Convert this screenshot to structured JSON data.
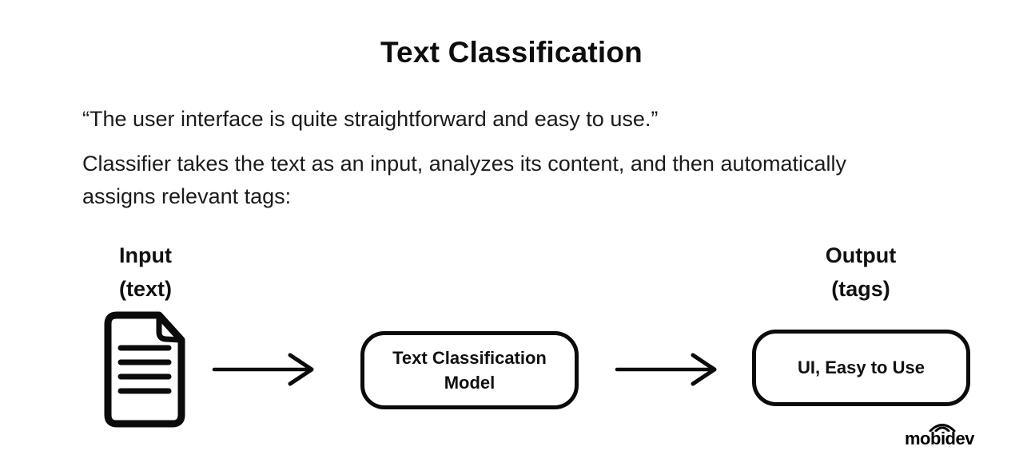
{
  "page": {
    "background": "#ffffff",
    "ink_color": "#0b0b0b",
    "text_color": "#1b1b1b"
  },
  "header": {
    "title": "Text Classification"
  },
  "intro": {
    "quote": "“The user interface is quite straightforward and easy to use.”",
    "description": "Classifier takes the text as an input, analyzes its content, and then automatically assigns relevant tags:"
  },
  "diagram": {
    "input_label": {
      "line1": "Input",
      "line2": "(text)"
    },
    "document_icon": "document-with-text-lines-icon",
    "arrow_icon": "arrow-right-icon",
    "model_box_label": "Text Classification Model",
    "output_label": {
      "line1": "Output",
      "line2": "(tags)"
    },
    "output_box_label": "UI, Easy to Use"
  },
  "footer": {
    "logo_text": "mobidev",
    "logo_icon": "wifi-signal-arcs-icon"
  }
}
